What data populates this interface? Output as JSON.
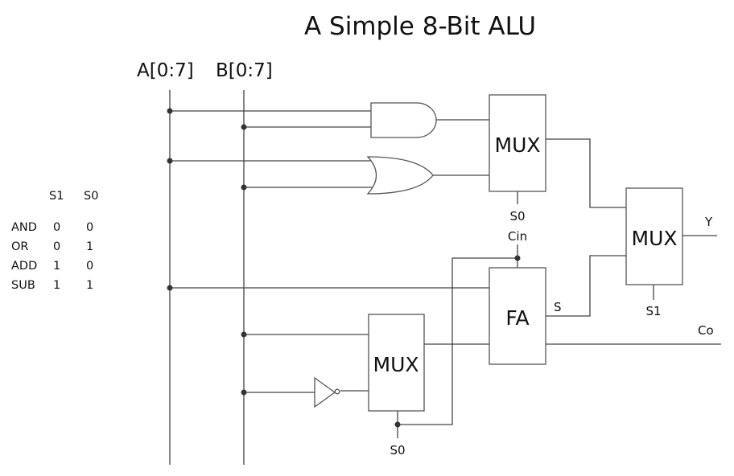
{
  "title": "A Simple 8-Bit ALU",
  "buses": {
    "a": "A[0:7]",
    "b": "B[0:7]"
  },
  "truth_table": {
    "headers": [
      "S1",
      "S0"
    ],
    "rows": [
      {
        "op": "AND",
        "s1": "0",
        "s0": "0"
      },
      {
        "op": "OR",
        "s1": "0",
        "s0": "1"
      },
      {
        "op": "ADD",
        "s1": "1",
        "s0": "0"
      },
      {
        "op": "SUB",
        "s1": "1",
        "s0": "1"
      }
    ]
  },
  "blocks": {
    "mux_logic": "MUX",
    "mux_out": "MUX",
    "mux_b": "MUX",
    "adder": "FA"
  },
  "signals": {
    "mux_logic_sel": "S0",
    "cin": "Cin",
    "sum": "S",
    "mux_out_sel": "S1",
    "output": "Y",
    "carry_out": "Co",
    "mux_b_sel": "S0"
  }
}
